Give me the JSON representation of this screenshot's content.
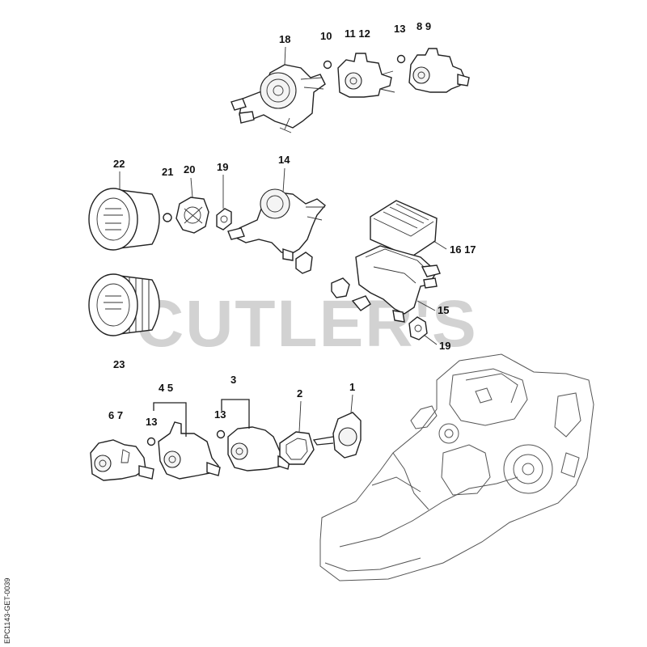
{
  "diagram": {
    "watermark": "CUTLER'S",
    "code": "1143-GET-0039",
    "code_small": "EPC",
    "callouts": [
      {
        "id": "c18",
        "text": "18"
      },
      {
        "id": "c10",
        "text": "10"
      },
      {
        "id": "c11-12",
        "text": "11 12"
      },
      {
        "id": "c13-top",
        "text": "13"
      },
      {
        "id": "c8-9",
        "text": "8 9"
      },
      {
        "id": "c22",
        "text": "22"
      },
      {
        "id": "c21",
        "text": "21"
      },
      {
        "id": "c20",
        "text": "20"
      },
      {
        "id": "c19-top",
        "text": "19"
      },
      {
        "id": "c14",
        "text": "14"
      },
      {
        "id": "c16-17",
        "text": "16 17"
      },
      {
        "id": "c15",
        "text": "15"
      },
      {
        "id": "c19-bottom",
        "text": "19"
      },
      {
        "id": "c23",
        "text": "23"
      },
      {
        "id": "c3",
        "text": "3"
      },
      {
        "id": "c4-5",
        "text": "4 5"
      },
      {
        "id": "c2",
        "text": "2"
      },
      {
        "id": "c1",
        "text": "1"
      },
      {
        "id": "c6-7",
        "text": "6 7"
      },
      {
        "id": "c13-left",
        "text": "13"
      },
      {
        "id": "c13-mid",
        "text": "13"
      }
    ]
  }
}
